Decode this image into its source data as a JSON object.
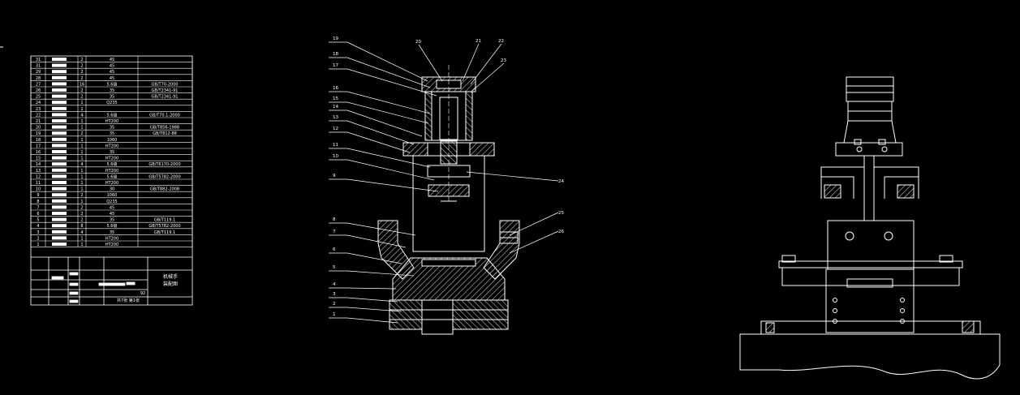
{
  "bom": {
    "rows": [
      {
        "no": "31",
        "qty": "2",
        "mat": "45",
        "std": ""
      },
      {
        "no": "31",
        "qty": "2",
        "mat": "45",
        "std": ""
      },
      {
        "no": "29",
        "qty": "2",
        "mat": "45",
        "std": ""
      },
      {
        "no": "28",
        "qty": "2",
        "mat": "45",
        "std": ""
      },
      {
        "no": "27",
        "qty": "16",
        "mat": "5.6级",
        "std": "GB/T70-2000"
      },
      {
        "no": "26",
        "qty": "2",
        "mat": "35",
        "std": "GB/T2341-91"
      },
      {
        "no": "25",
        "qty": "2",
        "mat": "35",
        "std": "GB/T2341-91"
      },
      {
        "no": "24",
        "qty": "1",
        "mat": "Q235",
        "std": ""
      },
      {
        "no": "23",
        "qty": "1",
        "mat": "",
        "std": ""
      },
      {
        "no": "22",
        "qty": "4",
        "mat": "5.6级",
        "std": "GB/T70.1-2000"
      },
      {
        "no": "21",
        "qty": "1",
        "mat": "HT200",
        "std": ""
      },
      {
        "no": "20",
        "qty": "1",
        "mat": "35",
        "std": "GB/T856-1988"
      },
      {
        "no": "19",
        "qty": "2",
        "mat": "35",
        "std": "GB/T812-88"
      },
      {
        "no": "18",
        "qty": "1",
        "mat": "1060",
        "std": ""
      },
      {
        "no": "17",
        "qty": "1",
        "mat": "HT200",
        "std": ""
      },
      {
        "no": "16",
        "qty": "1",
        "mat": "35",
        "std": ""
      },
      {
        "no": "15",
        "qty": "1",
        "mat": "HT200",
        "std": ""
      },
      {
        "no": "14",
        "qty": "4",
        "mat": "5.6级",
        "std": "GB/T6170-2000"
      },
      {
        "no": "13",
        "qty": "1",
        "mat": "HT200",
        "std": ""
      },
      {
        "no": "12",
        "qty": "1",
        "mat": "5.6级",
        "std": "GB/T5782-2000"
      },
      {
        "no": "11",
        "qty": "1",
        "mat": "HT200",
        "std": ""
      },
      {
        "no": "10",
        "qty": "1",
        "mat": "30",
        "std": "GB/T882-2008"
      },
      {
        "no": "9",
        "qty": "2",
        "mat": "1060",
        "std": ""
      },
      {
        "no": "8",
        "qty": "1",
        "mat": "Q235",
        "std": ""
      },
      {
        "no": "7",
        "qty": "2",
        "mat": "45",
        "std": ""
      },
      {
        "no": "6",
        "qty": "2",
        "mat": "45",
        "std": ""
      },
      {
        "no": "5",
        "qty": "2",
        "mat": "35",
        "std": "GB/T119.1"
      },
      {
        "no": "4",
        "qty": "8",
        "mat": "5.6级",
        "std": "GB/T5782-2000"
      },
      {
        "no": "3",
        "qty": "4",
        "mat": "35",
        "std": "GB/T119.1"
      },
      {
        "no": "2",
        "qty": "1",
        "mat": "HT200",
        "std": ""
      },
      {
        "no": "1",
        "qty": "1",
        "mat": "HT200",
        "std": ""
      }
    ],
    "title_block": {
      "drawing_name_line1": "机械手",
      "drawing_name_line2": "装配图",
      "sheet": "共7张  第1张",
      "code": "92"
    }
  },
  "section_view": {
    "callouts_left": [
      "19",
      "18",
      "17",
      "16",
      "15",
      "14",
      "13",
      "12",
      "11",
      "10",
      "9",
      "8",
      "7",
      "6",
      "5",
      "4",
      "3",
      "2",
      "1"
    ],
    "callouts_top": [
      "20",
      "21",
      "22",
      "23"
    ],
    "callouts_right": [
      "24",
      "25",
      "26"
    ]
  },
  "colors": {
    "background": "#000000",
    "line": "#ffffff",
    "hatch": "#cfcfcf"
  }
}
